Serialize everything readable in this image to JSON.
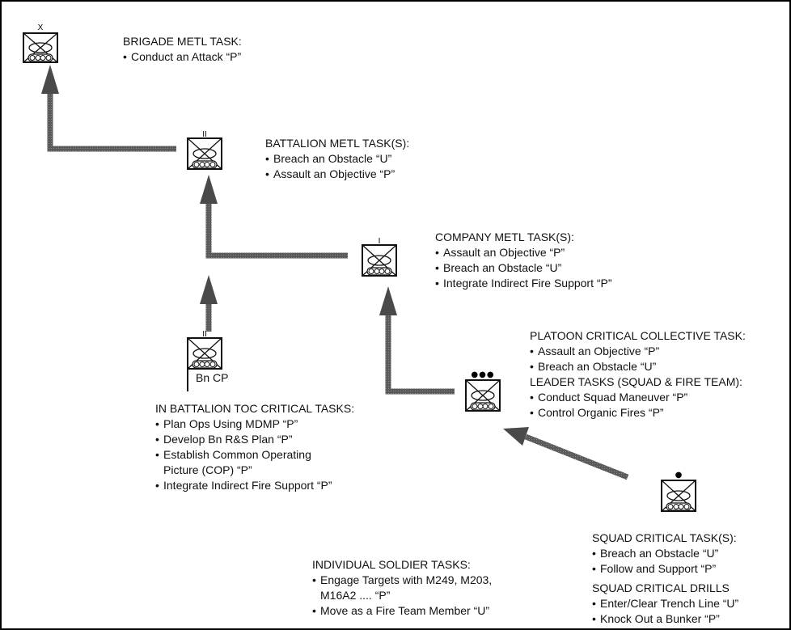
{
  "colors": {
    "arrow": "#4a4a4a",
    "ink": "#111111",
    "frame": "#000000"
  },
  "units": {
    "brigade": {
      "echelon": "X"
    },
    "battalion": {
      "echelon": "II"
    },
    "company": {
      "echelon": "I"
    },
    "bn_cp": {
      "echelon": "II",
      "label": "Bn CP"
    },
    "platoon": {
      "echelon": "●●●"
    },
    "squad": {
      "echelon": "●"
    }
  },
  "brigade": {
    "heading": "BRIGADE METL TASK:",
    "tasks": [
      "Conduct an Attack “P”"
    ]
  },
  "battalion": {
    "heading": "BATTALION METL TASK(S):",
    "tasks": [
      "Breach an Obstacle “U”",
      "Assault an Objective “P”"
    ]
  },
  "company": {
    "heading": "COMPANY METL TASK(S):",
    "tasks": [
      "Assault an Objective “P”",
      "Breach an Obstacle “U”",
      "Integrate Indirect Fire Support “P”"
    ]
  },
  "platoon": {
    "heading": "PLATOON CRITICAL COLLECTIVE TASK:",
    "tasks": [
      "Assault an Objective “P”",
      "Breach an Obstacle “U”"
    ],
    "leader_heading": "LEADER TASKS (SQUAD & FIRE TEAM):",
    "leader_tasks": [
      "Conduct Squad Maneuver “P”",
      "Control Organic Fires “P”"
    ]
  },
  "toc": {
    "heading": "IN BATTALION TOC CRITICAL TASKS:",
    "tasks": [
      "Plan Ops Using MDMP “P”",
      "Develop Bn R&S Plan “P”",
      "Establish Common Operating",
      "Picture (COP) “P”",
      "Integrate Indirect Fire Support “P”"
    ]
  },
  "squad": {
    "heading": "SQUAD CRITICAL TASK(S):",
    "tasks": [
      "Breach an Obstacle “U”",
      "Follow and Support “P”"
    ],
    "drills_heading": "SQUAD CRITICAL DRILLS",
    "drills": [
      "Enter/Clear Trench Line “U”",
      "Knock Out a Bunker “P”"
    ]
  },
  "individual": {
    "heading": "INDIVIDUAL SOLDIER TASKS:",
    "tasks": [
      "Engage Targets with M249, M203,",
      "M16A2 .... “P”",
      "Move as a Fire Team Member “U”"
    ]
  }
}
